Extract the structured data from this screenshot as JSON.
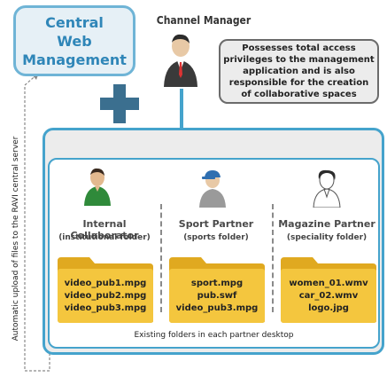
{
  "central_web_management": {
    "title": "Central\nWeb\nManagement"
  },
  "channel_manager": {
    "label": "Channel Manager",
    "note": "Possesses total access privileges to the management application and is also responsible for the creation of collaborative spaces"
  },
  "side_label": "Automatic upload of files to the RAVI central server",
  "partners": [
    {
      "name": "Internal Collaborator",
      "folder": "(institutional folder)",
      "files": [
        "video_pub1.mpg",
        "video_pub2.mpg",
        "video_pub3.mpg"
      ],
      "avatar": "person-green-shirt-icon"
    },
    {
      "name": "Sport Partner",
      "folder": "(sports folder)",
      "files": [
        "sport.mpg",
        "pub.swf",
        "video_pub3.mpg"
      ],
      "avatar": "person-blue-cap-icon"
    },
    {
      "name": "Magazine Partner",
      "folder": "(speciality folder)",
      "files": [
        "women_01.wmv",
        "car_02.wmv",
        "logo.jpg"
      ],
      "avatar": "person-sketch-icon"
    }
  ],
  "footer": "Existing folders in each partner desktop",
  "colors": {
    "accent": "#45a3cc",
    "title_blue": "#2f86b8",
    "plus": "#3b6f8f",
    "folder": "#f2c23a"
  }
}
